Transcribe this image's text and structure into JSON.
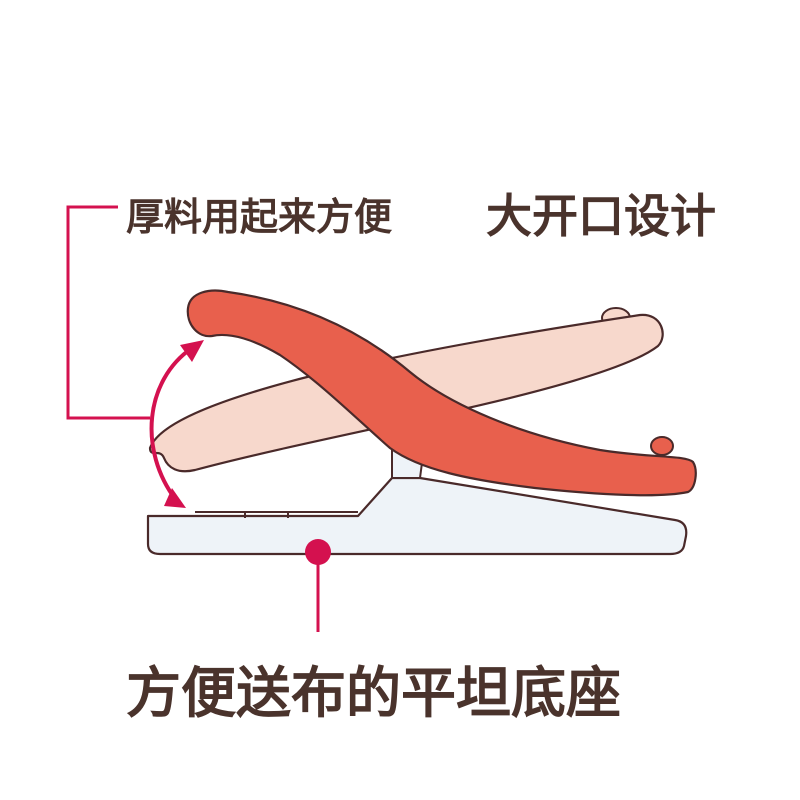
{
  "labels": {
    "thick_material": "厚料用起来方便",
    "big_opening": "大开口设计",
    "flat_base": "方便送布的平坦底座"
  },
  "colors": {
    "handle_top": "#e8604d",
    "handle_bottom": "#f7d8cc",
    "base_fill": "#eef3f8",
    "outline": "#4a2a2a",
    "callout": "#d4114f",
    "text": "#4a332c"
  }
}
